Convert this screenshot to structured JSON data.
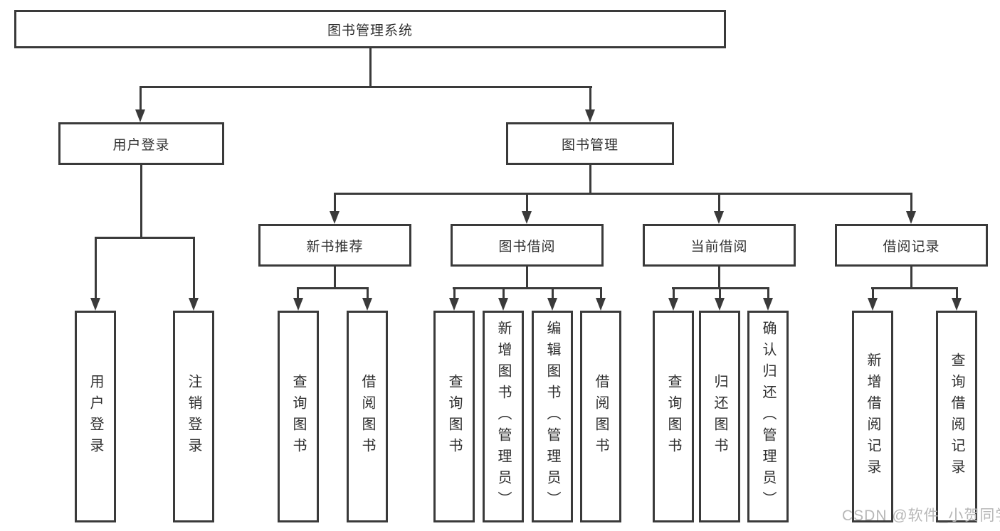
{
  "colors": {
    "line": "#3a3a3a",
    "box_border": "#3a3a3a",
    "text": "#2f2f2f",
    "background": "#ffffff",
    "watermark": "#b7b7b7"
  },
  "tree": {
    "root": {
      "label": "图书管理系统"
    },
    "children": [
      {
        "label": "用户登录",
        "children": [
          {
            "label": "用户登录"
          },
          {
            "label": "注销登录"
          }
        ]
      },
      {
        "label": "图书管理",
        "children": [
          {
            "label": "新书推荐",
            "children": [
              {
                "label": "查询图书"
              },
              {
                "label": "借阅图书"
              }
            ]
          },
          {
            "label": "图书借阅",
            "children": [
              {
                "label": "查询图书"
              },
              {
                "label": "新增图书（管理员）"
              },
              {
                "label": "编辑图书（管理员）"
              },
              {
                "label": "借阅图书"
              }
            ]
          },
          {
            "label": "当前借阅",
            "children": [
              {
                "label": "查询图书"
              },
              {
                "label": "归还图书"
              },
              {
                "label": "确认归还（管理员）"
              }
            ]
          },
          {
            "label": "借阅记录",
            "children": [
              {
                "label": "新增借阅记录"
              },
              {
                "label": "查询借阅记录"
              }
            ]
          }
        ]
      }
    ]
  },
  "watermark": {
    "text": "CSDN @软件_小贺同学"
  }
}
